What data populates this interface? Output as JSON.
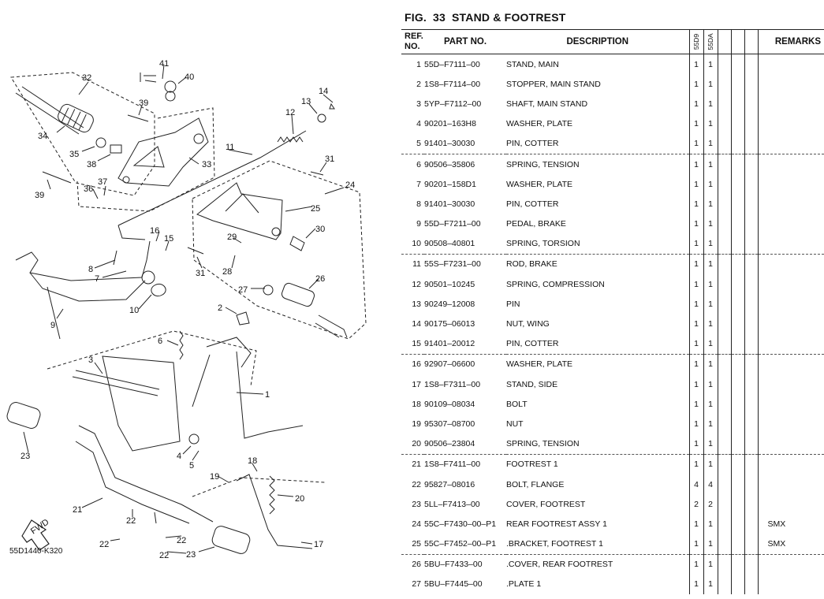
{
  "figure": {
    "fig_label": "FIG.",
    "fig_number": "33",
    "fig_title": "STAND & FOOTREST"
  },
  "diagram": {
    "ref_code": "55D1440-K320",
    "fwd_label": "FWD",
    "callouts": [
      "41",
      "40",
      "32",
      "39",
      "14",
      "13",
      "12",
      "34",
      "35",
      "38",
      "33",
      "11",
      "31",
      "37",
      "36",
      "39",
      "24",
      "25",
      "16",
      "15",
      "29",
      "30",
      "8",
      "7",
      "28",
      "31",
      "27",
      "26",
      "9",
      "10",
      "2",
      "6",
      "3",
      "1",
      "23",
      "4",
      "5",
      "18",
      "19",
      "20",
      "21",
      "22",
      "22",
      "22",
      "22",
      "23",
      "17"
    ]
  },
  "table": {
    "headers": {
      "ref_no": "REF. NO.",
      "part_no": "PART NO.",
      "description": "DESCRIPTION",
      "model_1": "55D9",
      "model_2": "55DA",
      "remarks": "REMARKS"
    },
    "rows": [
      {
        "ref": "1",
        "part": "55D–F7111–00",
        "desc": "STAND, MAIN",
        "q1": "1",
        "q2": "1",
        "remarks": ""
      },
      {
        "ref": "2",
        "part": "1S8–F7114–00",
        "desc": "STOPPER, MAIN STAND",
        "q1": "1",
        "q2": "1",
        "remarks": ""
      },
      {
        "ref": "3",
        "part": "5YP–F7112–00",
        "desc": "SHAFT, MAIN STAND",
        "q1": "1",
        "q2": "1",
        "remarks": ""
      },
      {
        "ref": "4",
        "part": "90201–163H8",
        "desc": "WASHER, PLATE",
        "q1": "1",
        "q2": "1",
        "remarks": ""
      },
      {
        "ref": "5",
        "part": "91401–30030",
        "desc": "PIN, COTTER",
        "q1": "1",
        "q2": "1",
        "remarks": ""
      },
      {
        "ref": "6",
        "part": "90506–35806",
        "desc": "SPRING, TENSION",
        "q1": "1",
        "q2": "1",
        "remarks": ""
      },
      {
        "ref": "7",
        "part": "90201–158D1",
        "desc": "WASHER, PLATE",
        "q1": "1",
        "q2": "1",
        "remarks": ""
      },
      {
        "ref": "8",
        "part": "91401–30030",
        "desc": "PIN, COTTER",
        "q1": "1",
        "q2": "1",
        "remarks": ""
      },
      {
        "ref": "9",
        "part": "55D–F7211–00",
        "desc": "PEDAL, BRAKE",
        "q1": "1",
        "q2": "1",
        "remarks": ""
      },
      {
        "ref": "10",
        "part": "90508–40801",
        "desc": "SPRING, TORSION",
        "q1": "1",
        "q2": "1",
        "remarks": ""
      },
      {
        "ref": "11",
        "part": "55S–F7231–00",
        "desc": "ROD, BRAKE",
        "q1": "1",
        "q2": "1",
        "remarks": ""
      },
      {
        "ref": "12",
        "part": "90501–10245",
        "desc": "SPRING, COMPRESSION",
        "q1": "1",
        "q2": "1",
        "remarks": ""
      },
      {
        "ref": "13",
        "part": "90249–12008",
        "desc": "PIN",
        "q1": "1",
        "q2": "1",
        "remarks": ""
      },
      {
        "ref": "14",
        "part": "90175–06013",
        "desc": "NUT, WING",
        "q1": "1",
        "q2": "1",
        "remarks": ""
      },
      {
        "ref": "15",
        "part": "91401–20012",
        "desc": "PIN, COTTER",
        "q1": "1",
        "q2": "1",
        "remarks": ""
      },
      {
        "ref": "16",
        "part": "92907–06600",
        "desc": "WASHER, PLATE",
        "q1": "1",
        "q2": "1",
        "remarks": ""
      },
      {
        "ref": "17",
        "part": "1S8–F7311–00",
        "desc": "STAND, SIDE",
        "q1": "1",
        "q2": "1",
        "remarks": ""
      },
      {
        "ref": "18",
        "part": "90109–08034",
        "desc": "BOLT",
        "q1": "1",
        "q2": "1",
        "remarks": ""
      },
      {
        "ref": "19",
        "part": "95307–08700",
        "desc": "NUT",
        "q1": "1",
        "q2": "1",
        "remarks": ""
      },
      {
        "ref": "20",
        "part": "90506–23804",
        "desc": "SPRING, TENSION",
        "q1": "1",
        "q2": "1",
        "remarks": ""
      },
      {
        "ref": "21",
        "part": "1S8–F7411–00",
        "desc": "FOOTREST 1",
        "q1": "1",
        "q2": "1",
        "remarks": ""
      },
      {
        "ref": "22",
        "part": "95827–08016",
        "desc": "BOLT, FLANGE",
        "q1": "4",
        "q2": "4",
        "remarks": ""
      },
      {
        "ref": "23",
        "part": "5LL–F7413–00",
        "desc": "COVER, FOOTREST",
        "q1": "2",
        "q2": "2",
        "remarks": ""
      },
      {
        "ref": "24",
        "part": "55C–F7430–00–P1",
        "desc": "REAR FOOTREST ASSY 1",
        "q1": "1",
        "q2": "1",
        "remarks": "SMX"
      },
      {
        "ref": "25",
        "part": "55C–F7452–00–P1",
        "desc": ".BRACKET, FOOTREST 1",
        "q1": "1",
        "q2": "1",
        "remarks": "SMX"
      },
      {
        "ref": "26",
        "part": "5BU–F7433–00",
        "desc": ".COVER, REAR FOOTREST",
        "q1": "1",
        "q2": "1",
        "remarks": ""
      },
      {
        "ref": "27",
        "part": "5BU–F7445–00",
        "desc": ".PLATE 1",
        "q1": "1",
        "q2": "1",
        "remarks": ""
      }
    ]
  }
}
